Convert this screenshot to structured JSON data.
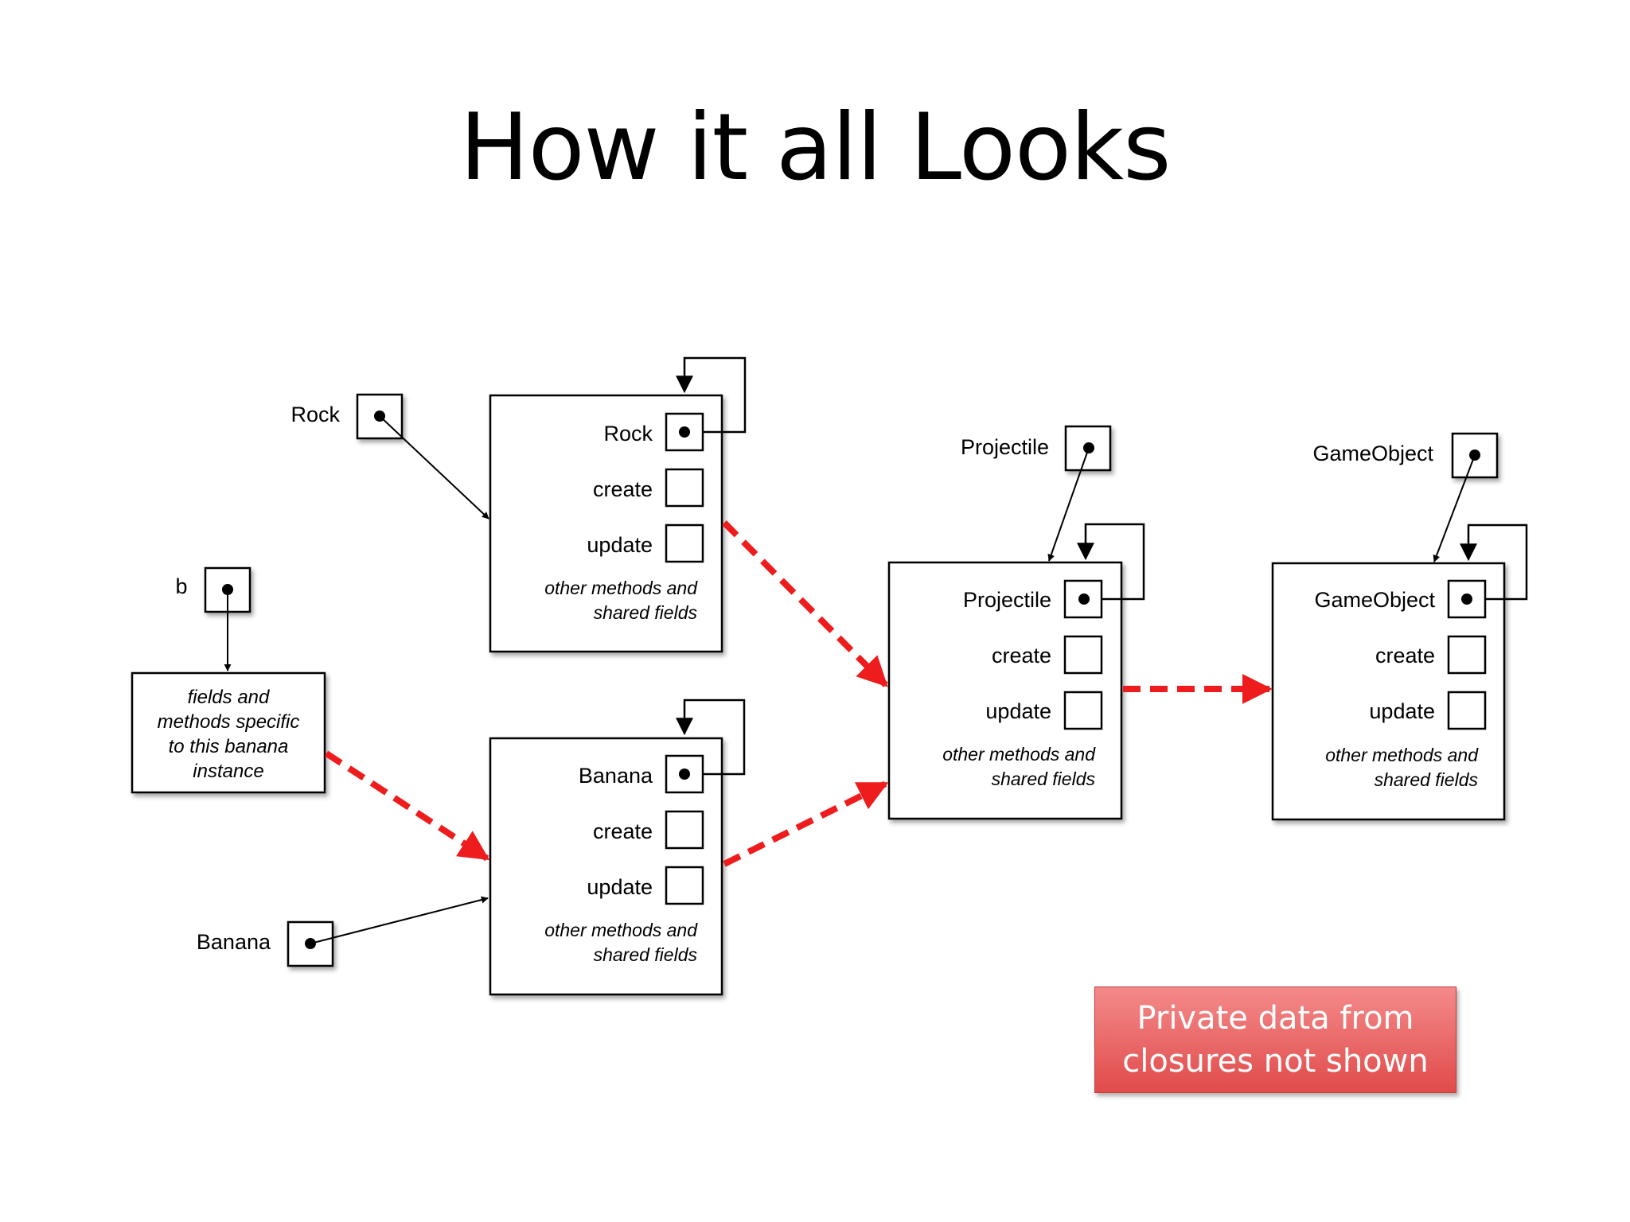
{
  "title": "How it all Looks",
  "diagram": {
    "variables": {
      "rock": "Rock",
      "b": "b",
      "banana": "Banana",
      "projectile": "Projectile",
      "gameobject": "GameObject"
    },
    "objects": {
      "rock": {
        "name": "Rock",
        "create": "create",
        "update": "update",
        "other1": "other methods and",
        "other2": "shared fields"
      },
      "banana": {
        "name": "Banana",
        "create": "create",
        "update": "update",
        "other1": "other methods and",
        "other2": "shared fields"
      },
      "projectile": {
        "name": "Projectile",
        "create": "create",
        "update": "update",
        "other1": "other methods and",
        "other2": "shared fields"
      },
      "gameobject": {
        "name": "GameObject",
        "create": "create",
        "update": "update",
        "other1": "other methods and",
        "other2": "shared fields"
      }
    },
    "instance": {
      "line1": "fields and",
      "line2": "methods specific",
      "line3": "to this banana",
      "line4": "instance"
    }
  },
  "note": "Private data from closures not shown",
  "colors": {
    "prototype_link": "#ee1c1c",
    "note_fill": "#e8585a",
    "reference": "#000000"
  }
}
